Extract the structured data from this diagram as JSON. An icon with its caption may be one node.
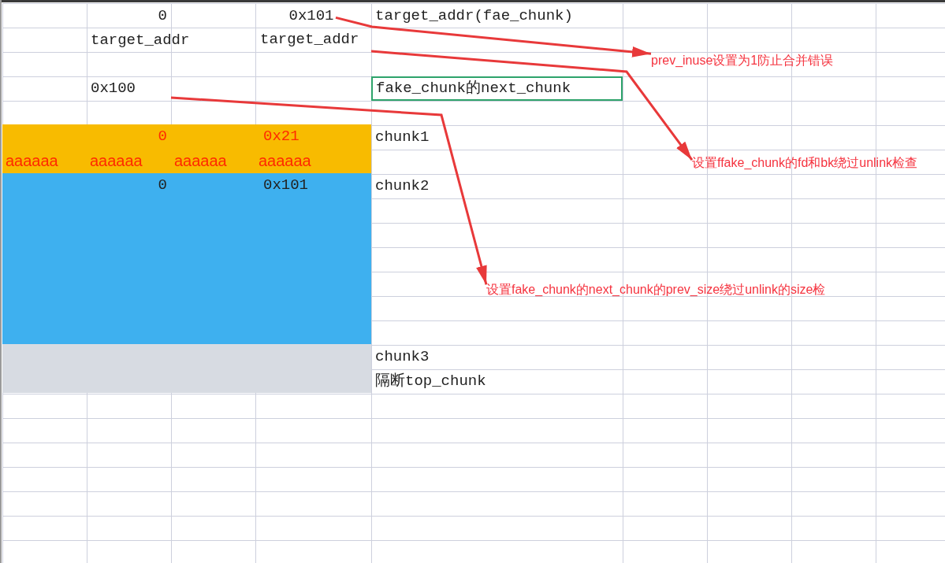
{
  "diagram": {
    "nodes": [
      {
        "text": [
          "0x101"
        ]
      },
      {
        "text": [
          "target_addr"
        ]
      },
      {
        "text": [
          "0x100"
        ]
      },
      {
        "text": [
          "prev_inuse设置为1防止合并错误"
        ]
      },
      {
        "text": [
          "设置ffake_chunk的fd和bk绕过unlink检查"
        ]
      },
      {
        "text": [
          "设置fake_chunk的next_chunk的prev_size绕过unlink的size检"
        ]
      },
      {
        "text": [
          "fake_chunk的next_chunk"
        ]
      },
      {
        "text": [
          "0",
          "0x21",
          "aaaaaa",
          "aaaaaa",
          "aaaaaa",
          "aaaaaa"
        ]
      },
      {
        "text": [
          "0",
          "0x101"
        ]
      },
      {
        "text": [],
        "shape": "box"
      }
    ],
    "edges": [
      {
        "from": 0,
        "to": 3,
        "arrow": "to"
      },
      {
        "from": 1,
        "to": 4,
        "arrow": "to"
      },
      {
        "from": 2,
        "to": 5,
        "arrow": "to"
      }
    ],
    "labels": [
      "0",
      "target_addr(fae_chunk)",
      "target_addr",
      "chunk1",
      "chunk2",
      "chunk3",
      "隔断top_chunk"
    ]
  }
}
